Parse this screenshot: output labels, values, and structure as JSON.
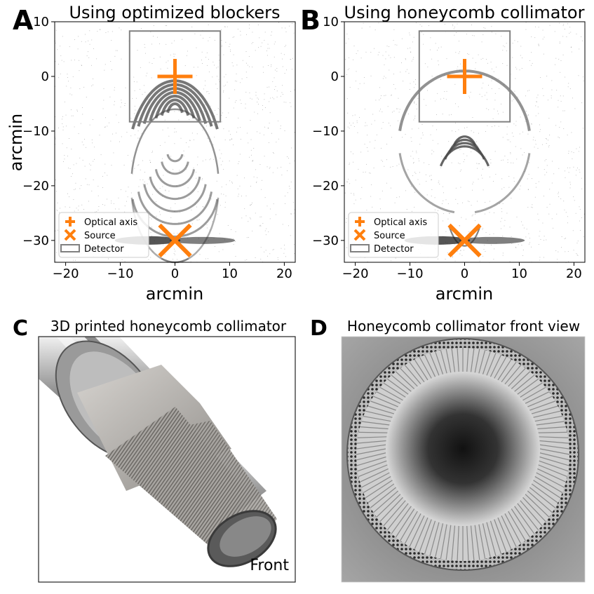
{
  "panels": {
    "A": {
      "letter": "A",
      "title": "Using optimized blockers"
    },
    "B": {
      "letter": "B",
      "title": "Using honeycomb collimator"
    },
    "C": {
      "letter": "C",
      "title": "3D printed honeycomb collimator",
      "annotation": "Front"
    },
    "D": {
      "letter": "D",
      "title": "Honeycomb collimator front view"
    }
  },
  "legend": [
    {
      "label": "Optical axis",
      "marker": "plus"
    },
    {
      "label": "Source",
      "marker": "x"
    },
    {
      "label": "Detector",
      "marker": "rect"
    }
  ],
  "colors": {
    "marker": "#ff7f0e",
    "detector": "#808080",
    "rays": "#333333"
  },
  "chart_data": [
    {
      "type": "scatter",
      "title": "Using optimized blockers",
      "xlabel": "arcmin",
      "ylabel": "arcmin",
      "xlim": [
        -22,
        22
      ],
      "ylim": [
        -34,
        10
      ],
      "xticks": [
        -20,
        -10,
        0,
        10,
        20
      ],
      "yticks": [
        10,
        0,
        -10,
        -20,
        -30
      ],
      "xtick_labels": [
        "−20",
        "−10",
        "0",
        "10",
        "20"
      ],
      "ytick_labels": [
        "10",
        "0",
        "−10",
        "−20",
        "−30"
      ],
      "grid": false,
      "legend_position": "lower-left",
      "optical_axis": [
        0,
        0
      ],
      "source": [
        0,
        -30
      ],
      "detector": {
        "x": [
          -8.3,
          8.3
        ],
        "y": [
          -8.3,
          8.3
        ]
      }
    },
    {
      "type": "scatter",
      "title": "Using honeycomb collimator",
      "xlabel": "arcmin",
      "ylabel": "",
      "xlim": [
        -22,
        22
      ],
      "ylim": [
        -34,
        10
      ],
      "xticks": [
        -20,
        -10,
        0,
        10,
        20
      ],
      "yticks": [
        10,
        0,
        -10,
        -20,
        -30
      ],
      "xtick_labels": [
        "−20",
        "−10",
        "0",
        "10",
        "20"
      ],
      "ytick_labels": [
        "10",
        "0",
        "−10",
        "−20",
        "−30"
      ],
      "grid": false,
      "legend_position": "lower-left",
      "optical_axis": [
        0,
        0
      ],
      "source": [
        0,
        -30
      ],
      "detector": {
        "x": [
          -8.3,
          8.3
        ],
        "y": [
          -8.3,
          8.3
        ]
      }
    }
  ]
}
